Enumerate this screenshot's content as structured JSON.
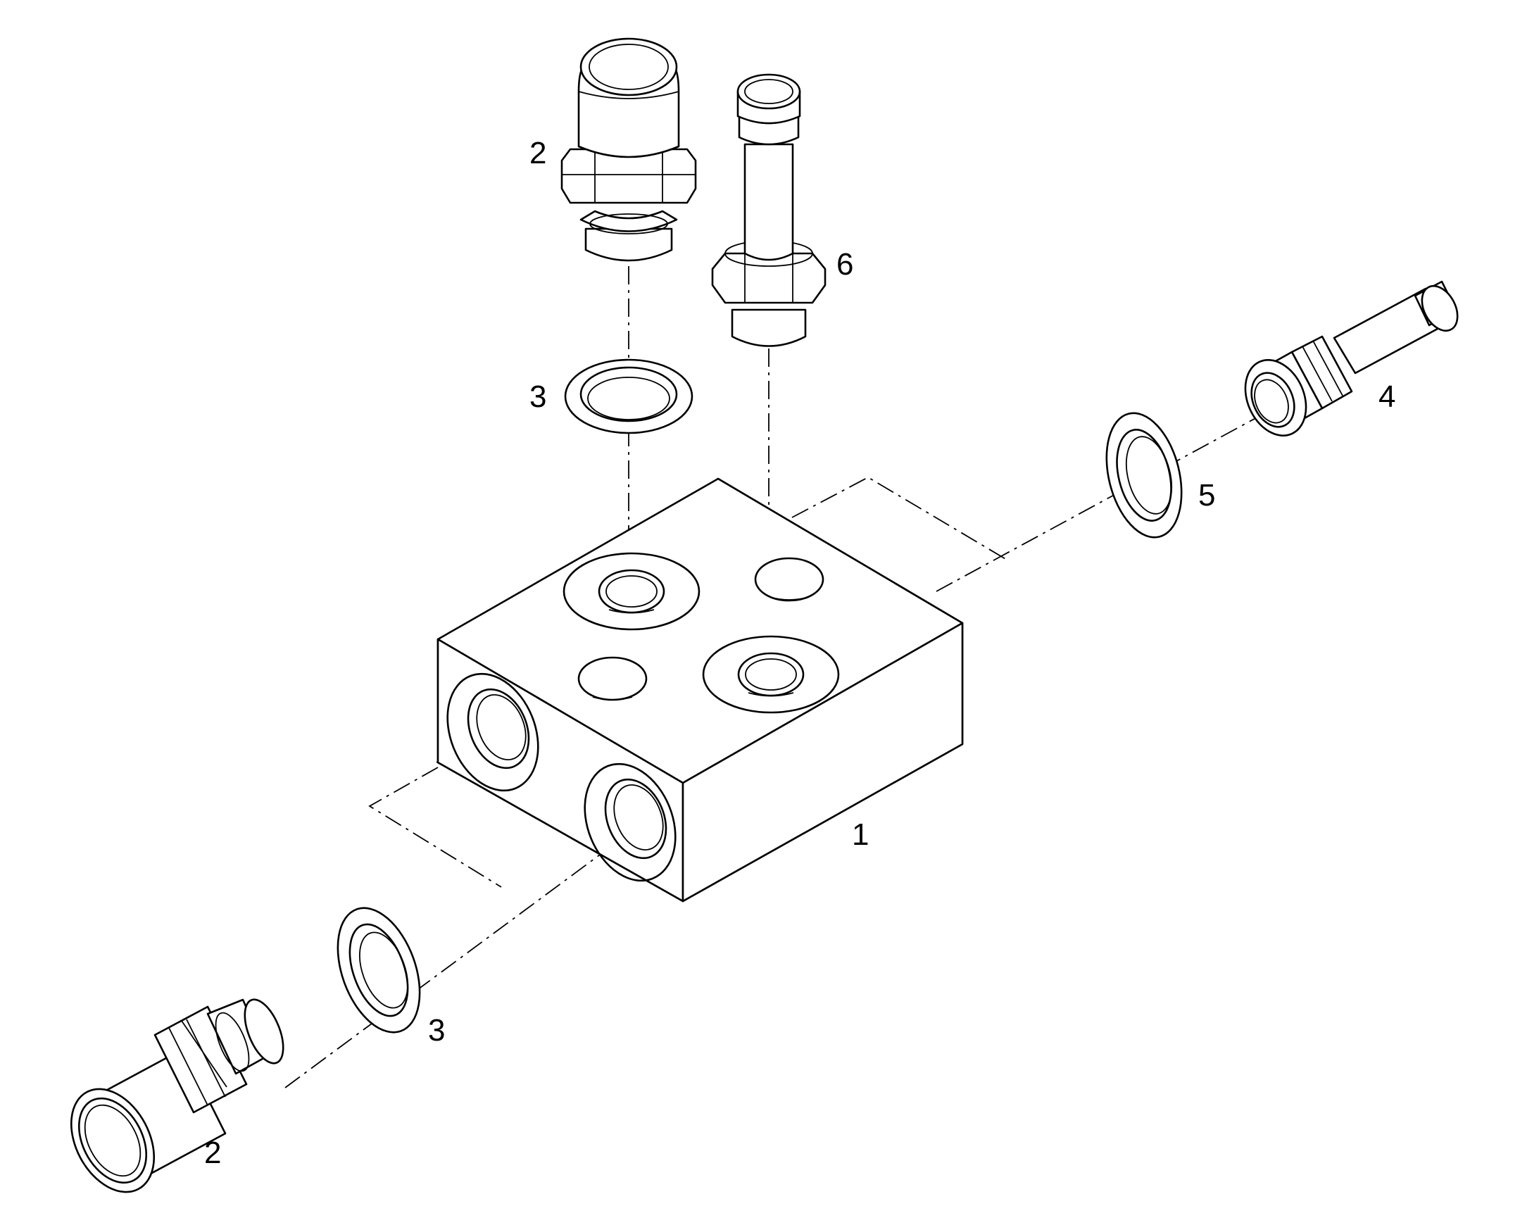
{
  "callouts": {
    "block": "1",
    "hose_barb_top": "2",
    "hose_barb_bottom": "2",
    "seal_top": "3",
    "seal_bottom": "3",
    "barb_fitting_right": "4",
    "seal_right": "5",
    "barb_fitting_top": "6"
  },
  "colors": {
    "line": "#000000",
    "background": "#ffffff"
  }
}
